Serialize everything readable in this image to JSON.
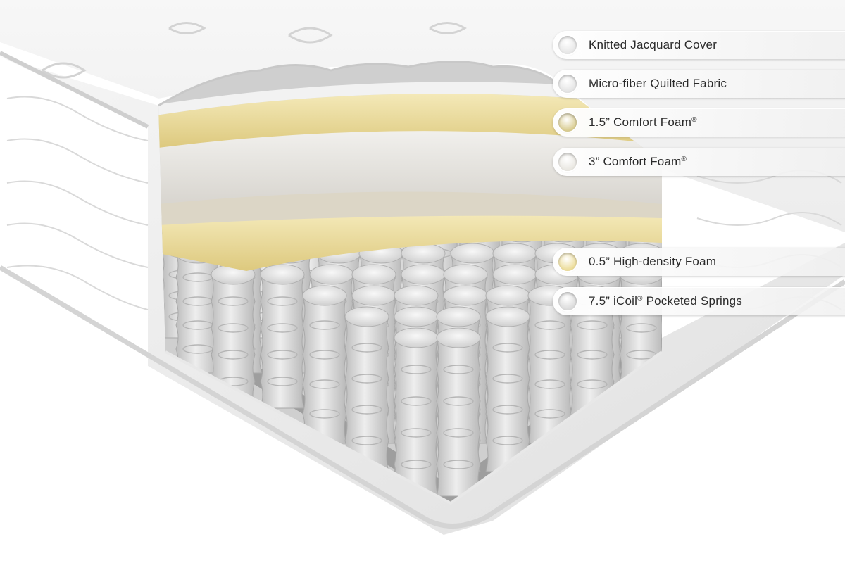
{
  "colors": {
    "background": "#ffffff",
    "cover": "#efefef",
    "yellow_foam": "#ead99a",
    "white_foam": "#e4e2dd",
    "thin_foam": "#dcd8cc",
    "springs": "#cfcfcf"
  },
  "legend": {
    "items": [
      {
        "label": "Knitted Jacquard Cover",
        "swatch": "#e6e6e6",
        "icon": "knit-swatch"
      },
      {
        "label": "Micro-fiber Quilted Fabric",
        "swatch": "#e3e3e3",
        "icon": "fabric-swatch"
      },
      {
        "label": "1.5” Comfort Foam",
        "mark": "®",
        "swatch": "#d9cc90",
        "icon": "yellow-foam-swatch"
      },
      {
        "label": "3” Comfort Foam",
        "mark": "®",
        "swatch": "#e9e7e1",
        "icon": "white-foam-swatch"
      },
      {
        "label": "0.5” High-density Foam",
        "swatch": "#ecdc98",
        "icon": "yellow-foam-swatch"
      },
      {
        "label": "7.5” iCoil",
        "mark": "®",
        "label_suffix": " Pocketed Springs",
        "swatch": "#dadada",
        "icon": "spring-swatch"
      }
    ]
  }
}
